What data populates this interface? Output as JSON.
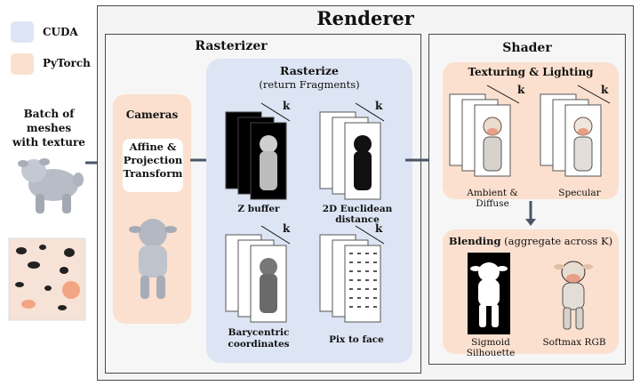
{
  "legend": {
    "cuda": {
      "label": "CUDA",
      "color": "#dde5f4"
    },
    "pytorch": {
      "label": "PyTorch",
      "color": "#fbe0cf"
    }
  },
  "input": {
    "title_line1": "Batch of meshes",
    "title_line2": "with texture"
  },
  "renderer": {
    "title": "Renderer"
  },
  "rasterizer": {
    "title": "Rasterizer",
    "cameras": {
      "title": "Cameras",
      "transform_line1": "Affine &",
      "transform_line2": "Projection",
      "transform_line3": "Transform"
    },
    "rasterize": {
      "title": "Rasterize",
      "subtitle": "(return Fragments)",
      "k_label": "k",
      "zbuffer": "Z buffer",
      "euclid": "2D Euclidean distance",
      "bary_line1": "Barycentric",
      "bary_line2": "coordinates",
      "pix2face": "Pix to face"
    }
  },
  "shader": {
    "title": "Shader",
    "texturing": {
      "title": "Texturing & Lighting",
      "ambient": "Ambient & Diffuse",
      "specular": "Specular",
      "k_label": "k"
    },
    "blending": {
      "title_bold": "Blending",
      "title_rest": " (aggregate across K)",
      "sigmoid": "Sigmoid Silhouette",
      "softmax": "Softmax RGB"
    }
  },
  "colors": {
    "arrow": "#4a5568",
    "panel_border": "#4a4a4a"
  }
}
